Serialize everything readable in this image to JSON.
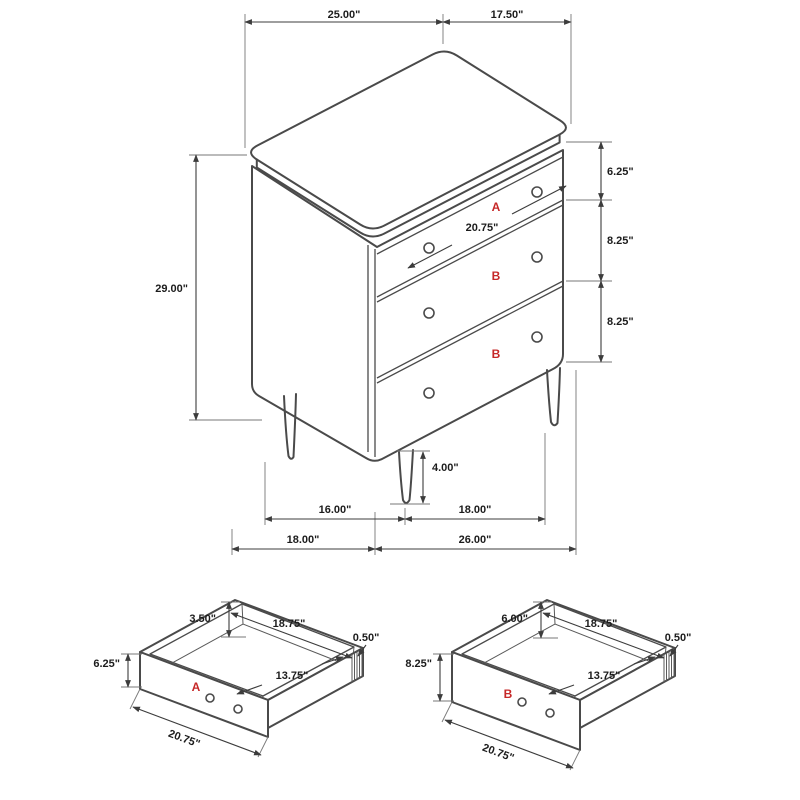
{
  "main_view": {
    "top_width": "25.00\"",
    "top_depth": "17.50\"",
    "overall_height": "29.00\"",
    "top_drawer_height": "6.25\"",
    "middle_drawer_height": "8.25\"",
    "bottom_drawer_height": "8.25\"",
    "drawer_front_width": "20.75\"",
    "leg_height": "4.00\"",
    "leg_span_side": "16.00\"",
    "leg_span_front": "18.00\"",
    "overall_depth": "18.00\"",
    "overall_width": "26.00\"",
    "drawer_labels": {
      "top": "A",
      "middle": "B",
      "bottom": "B"
    }
  },
  "drawer_a": {
    "label": "A",
    "back_height": "3.50\"",
    "interior_width": "18.75\"",
    "side_thickness": "0.50\"",
    "front_height": "6.25\"",
    "interior_depth": "13.75\"",
    "front_width": "20.75\""
  },
  "drawer_b": {
    "label": "B",
    "back_height": "6.00\"",
    "interior_width": "18.75\"",
    "side_thickness": "0.50\"",
    "front_height": "8.25\"",
    "interior_depth": "13.75\"",
    "front_width": "20.75\""
  }
}
